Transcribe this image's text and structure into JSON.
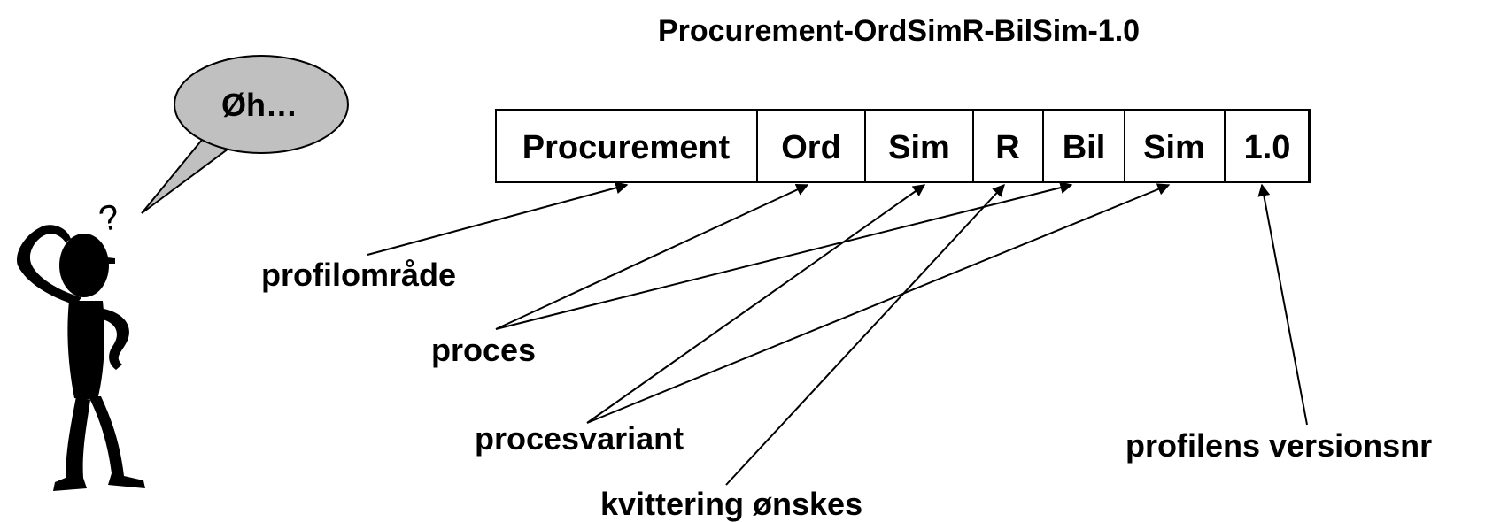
{
  "title": "Procurement-OrdSimR-BilSim-1.0",
  "speech_bubble": "Øh…",
  "thinking_mark": "?",
  "segments": [
    {
      "id": "seg-procurement",
      "text": "Procurement"
    },
    {
      "id": "seg-ord",
      "text": "Ord"
    },
    {
      "id": "seg-sim1",
      "text": "Sim"
    },
    {
      "id": "seg-r",
      "text": "R"
    },
    {
      "id": "seg-bil",
      "text": "Bil"
    },
    {
      "id": "seg-sim2",
      "text": "Sim"
    },
    {
      "id": "seg-version",
      "text": "1.0"
    }
  ],
  "labels": {
    "profilomraade": "profilområde",
    "proces": "proces",
    "procesvariant": "procesvariant",
    "kvittering": "kvittering ønskes",
    "versionsnr": "profilens versionsnr"
  }
}
